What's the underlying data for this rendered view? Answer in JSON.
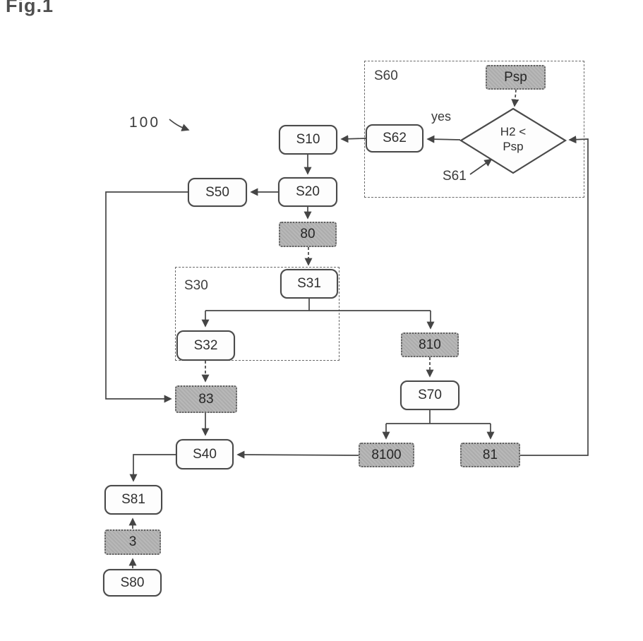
{
  "figure": {
    "title": "Fig.1",
    "reference_number": "100"
  },
  "groups": {
    "s60": {
      "label": "S60"
    },
    "s30": {
      "label": "S30"
    }
  },
  "nodes": {
    "psp": {
      "label": "Psp",
      "type": "shaded"
    },
    "s62": {
      "label": "S62",
      "type": "step"
    },
    "s10": {
      "label": "S10",
      "type": "step"
    },
    "s20": {
      "label": "S20",
      "type": "step"
    },
    "s50": {
      "label": "S50",
      "type": "step"
    },
    "n80": {
      "label": "80",
      "type": "shaded"
    },
    "s31": {
      "label": "S31",
      "type": "step"
    },
    "s32": {
      "label": "S32",
      "type": "step"
    },
    "n810": {
      "label": "810",
      "type": "shaded"
    },
    "s70": {
      "label": "S70",
      "type": "step"
    },
    "n83": {
      "label": "83",
      "type": "shaded"
    },
    "s40": {
      "label": "S40",
      "type": "step"
    },
    "n8100": {
      "label": "8100",
      "type": "shaded"
    },
    "n81": {
      "label": "81",
      "type": "shaded"
    },
    "s81": {
      "label": "S81",
      "type": "step"
    },
    "n3": {
      "label": "3",
      "type": "shaded"
    },
    "s80": {
      "label": "S80",
      "type": "step"
    }
  },
  "decision": {
    "line1": "H2 <",
    "line2": "Psp",
    "branch_yes_label": "yes",
    "pointer_label": "S61"
  },
  "edges": [
    "Psp -> decision(S61)",
    "decision(S61) -yes-> S62",
    "S62 -> S10",
    "S10 -> S20",
    "S20 -> S50",
    "S50 -> 83",
    "S20 -> 80",
    "80 -> S31",
    "S31 -> S32",
    "S31 -> 810",
    "S32 -> 83",
    "83 -> S40",
    "810 -> S70",
    "S70 -> 8100",
    "S70 -> 81",
    "8100 -> S40",
    "81 -> decision(S61)",
    "S40 -> S81",
    "S80 -> 3",
    "3 -> S81"
  ],
  "colors": {
    "line": "#454545",
    "shaded_fill": "#b7b7b7",
    "node_border": "#4a4a4a"
  }
}
